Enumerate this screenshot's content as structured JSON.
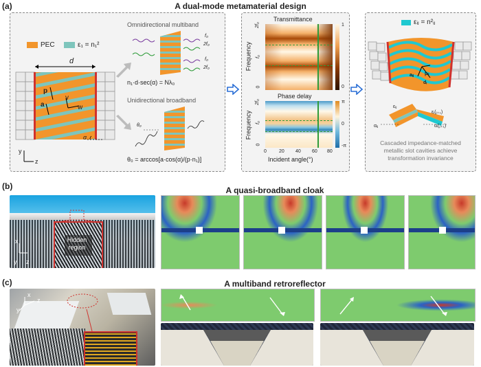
{
  "panel_a": {
    "label": "(a)",
    "title": "A dual-mode metamaterial design",
    "legend_pec": "PEC",
    "legend_eps": "ε₁ = n₁²",
    "dim_d": "d",
    "dim_p": "p",
    "dim_a": "a",
    "dim_v": "v",
    "dim_w": "w",
    "axis_y": "y",
    "axis_z": "z",
    "angle_alpha": "α",
    "omni_title": "Omnidirectional multiband",
    "omni_eq": "n₁·d·sec(α) = Nλ₀",
    "uni_title": "Unidirectional broadband",
    "uni_eq": "θ₀ = arccos[a·cos(α)/(p·n₁)]",
    "f0_label": "f₀",
    "f2_label": "2f₀",
    "theta_label": "θ₀",
    "transmittance_title": "Transmittance",
    "phase_title": "Phase delay",
    "freq_label": "Frequency",
    "x_axis_label": "Incident angle(°)",
    "x_ticks": [
      "0",
      "20",
      "40",
      "60",
      "80"
    ],
    "y_ticks_top": [
      "0",
      "f₀",
      "2f₀"
    ],
    "y_ticks_bottom": [
      "0",
      "f₀",
      "2f₀"
    ],
    "cbar_top": [
      "1",
      "0"
    ],
    "cbar_bottom": [
      "π",
      "0",
      "-π"
    ],
    "right_eq": "εᵢⱼ = n²ᵢⱼ",
    "right_a": "aᵢⱼ",
    "right_p": "pᵢⱼ",
    "right_d": "dᵢ",
    "right_eps": "εᵢⱼ",
    "right_eps2": "εᵢ(ⱼ₊₁)",
    "right_alpha": "αᵢⱼ",
    "right_alpha2": "αᵢ(ⱼ₊₁)",
    "right_caption": [
      "Cascaded impedance-matched",
      "metallic slot cavities achieve",
      "transformation invariance"
    ]
  },
  "panel_b": {
    "label": "(b)",
    "title": "A quasi-broadband cloak",
    "inset_label": [
      "Hidden",
      "region"
    ],
    "axis_x": "x",
    "axis_y": "y",
    "axis_z": "z"
  },
  "panel_c": {
    "label": "(c)",
    "title": "A multiband retroreflector",
    "axis_x": "x",
    "axis_y": "y",
    "axis_z": "z"
  },
  "colors": {
    "pec": "#f2952b",
    "dielectric": "#7ec5bc",
    "red_edge": "#d0312d",
    "arrow_blue": "#2a6fd6",
    "field_green": "#7ecb6e"
  }
}
